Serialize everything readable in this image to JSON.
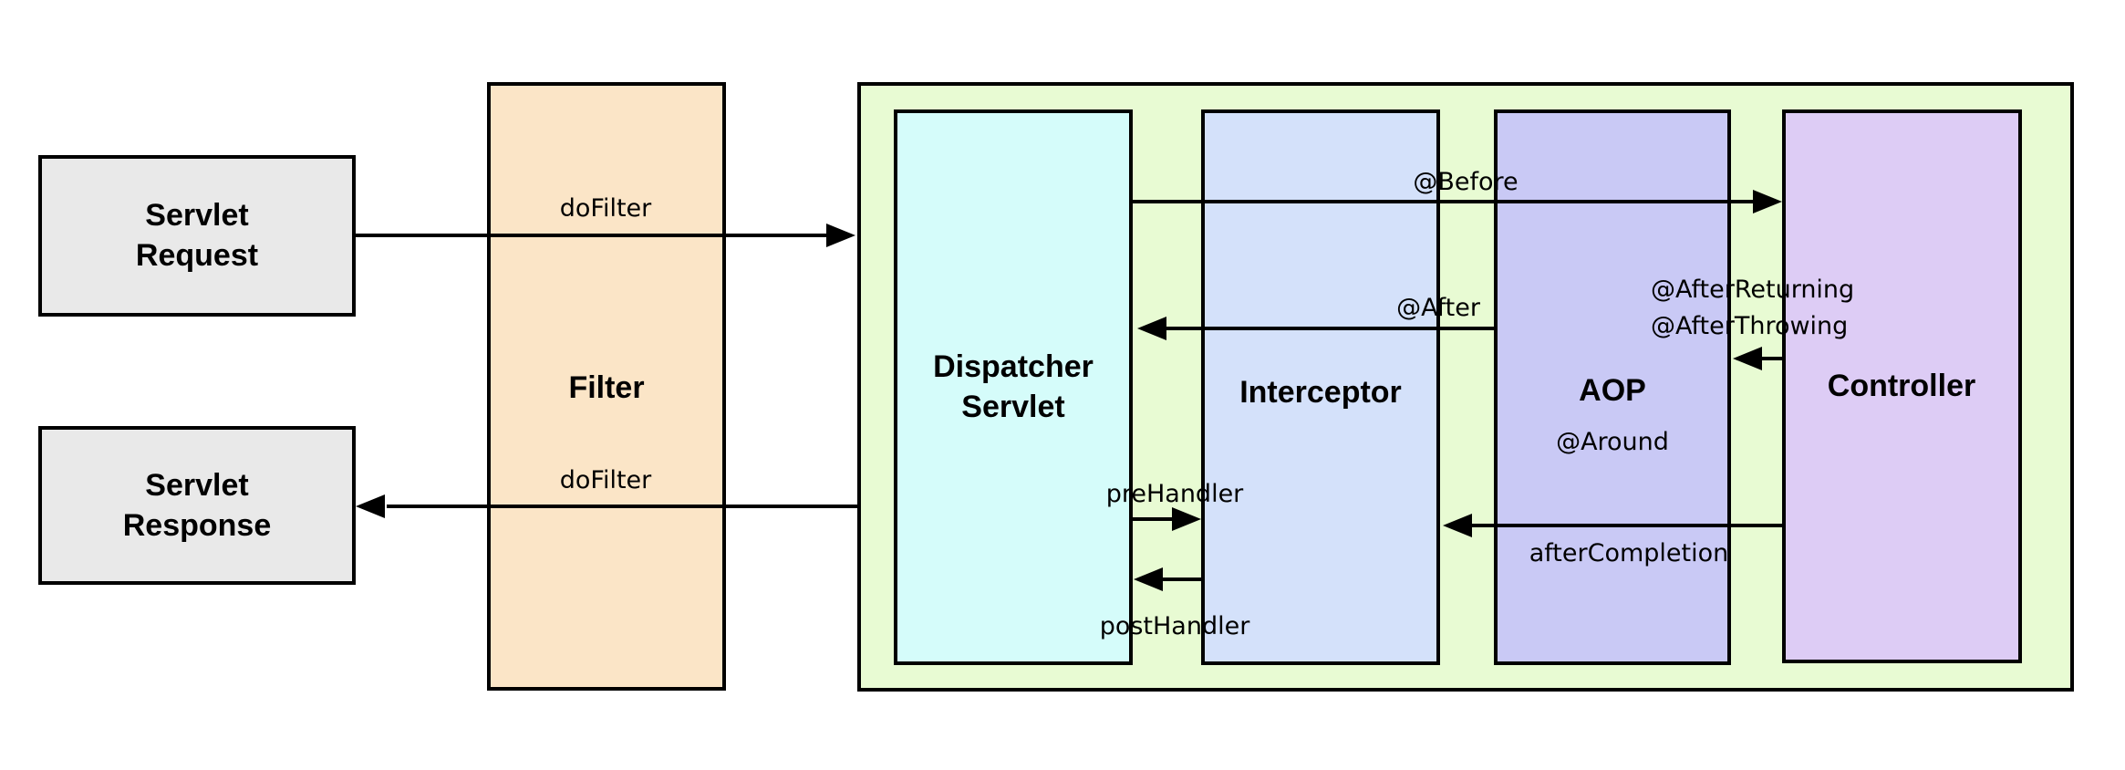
{
  "colors": {
    "box_gray": "#e9e9e9",
    "filter": "#fbe5c7",
    "container_green": "#e8fbd3",
    "dispatcher": "#d5fcfa",
    "interceptor": "#d4e1fa",
    "aop": "#c9c9f5",
    "controller": "#ddccf5",
    "border": "#000000",
    "arrow": "#000000"
  },
  "nodes": {
    "servlet_request": {
      "line1": "Servlet",
      "line2": "Request"
    },
    "servlet_response": {
      "line1": "Servlet",
      "line2": "Response"
    },
    "filter": {
      "title": "Filter"
    },
    "dispatcher_servlet": {
      "line1": "Dispatcher",
      "line2": "Servlet"
    },
    "interceptor": {
      "title": "Interceptor"
    },
    "aop": {
      "title": "AOP"
    },
    "controller": {
      "title": "Controller"
    }
  },
  "labels": {
    "do_filter_top": "doFilter",
    "do_filter_bottom": "doFilter",
    "before": "@Before",
    "after": "@After",
    "after_returning": "@AfterReturning",
    "after_throwing": "@AfterThrowing",
    "around": "@Around",
    "pre_handler": "preHandler",
    "post_handler": "postHandler",
    "after_completion": "afterCompletion"
  }
}
